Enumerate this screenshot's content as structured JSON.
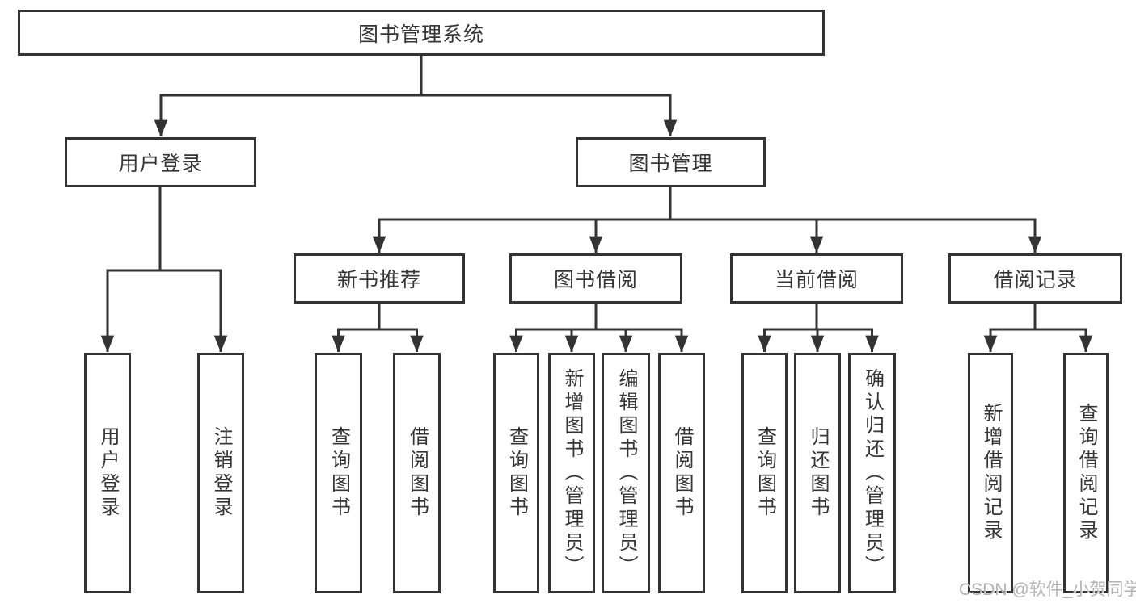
{
  "diagram": {
    "root": {
      "label": "图书管理系统"
    },
    "branches": [
      {
        "label": "用户登录",
        "leaves": [
          {
            "label": "用户登录"
          },
          {
            "label": "注销登录"
          }
        ]
      },
      {
        "label": "图书管理",
        "sections": [
          {
            "label": "新书推荐",
            "leaves": [
              {
                "label": "查询图书"
              },
              {
                "label": "借阅图书"
              }
            ]
          },
          {
            "label": "图书借阅",
            "leaves": [
              {
                "label": "查询图书"
              },
              {
                "label": "新增图书（管理员）"
              },
              {
                "label": "编辑图书（管理员）"
              },
              {
                "label": "借阅图书"
              }
            ]
          },
          {
            "label": "当前借阅",
            "leaves": [
              {
                "label": "查询图书"
              },
              {
                "label": "归还图书"
              },
              {
                "label": "确认归还（管理员）"
              }
            ]
          },
          {
            "label": "借阅记录",
            "leaves": [
              {
                "label": "新增借阅记录"
              },
              {
                "label": "查询借阅记录"
              }
            ]
          }
        ]
      }
    ]
  },
  "watermark": {
    "text": "CSDN @软件_小贺同学"
  },
  "colors": {
    "line": "#333333",
    "text": "#363636",
    "background": "#ffffff",
    "watermark": "#b3b3b3"
  }
}
